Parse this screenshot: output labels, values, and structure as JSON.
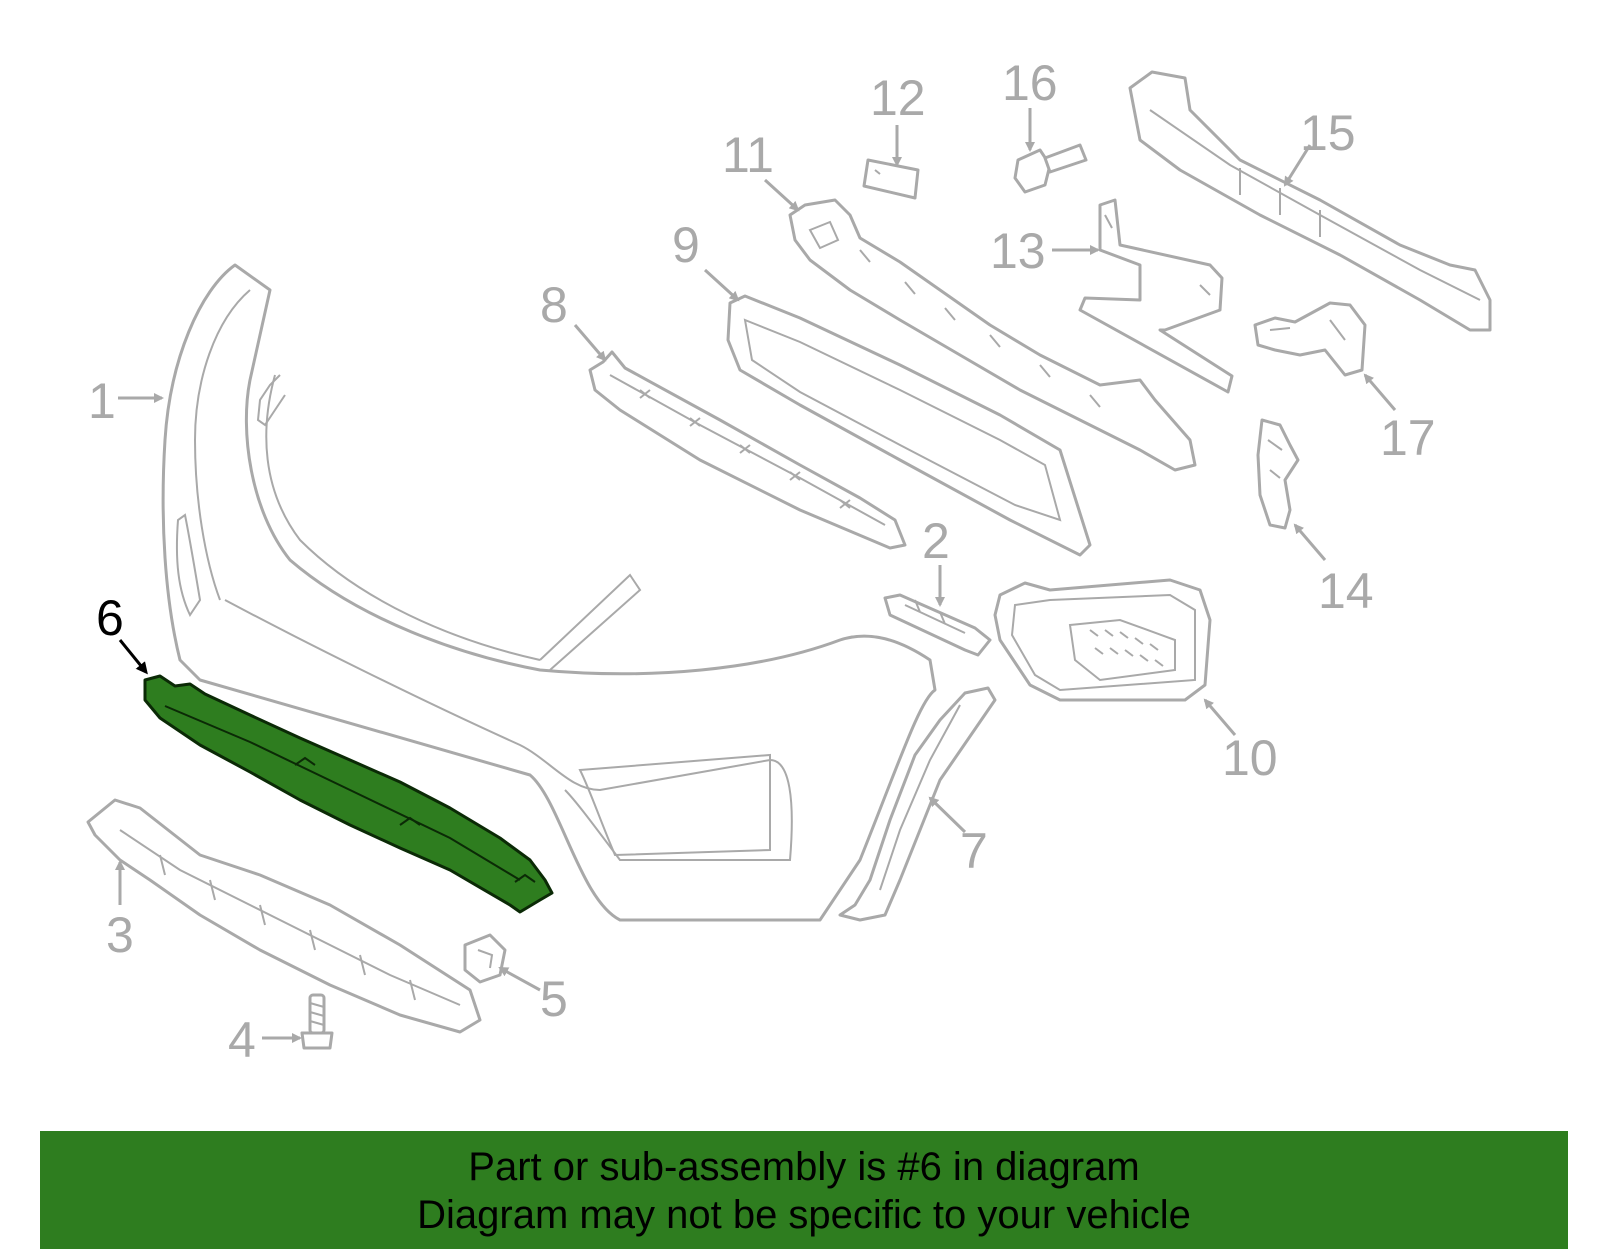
{
  "diagram": {
    "highlighted_part": "6",
    "highlight_color": "#2e7d1f",
    "callouts": [
      "1",
      "2",
      "3",
      "4",
      "5",
      "6",
      "7",
      "8",
      "9",
      "10",
      "11",
      "12",
      "13",
      "14",
      "15",
      "16",
      "17"
    ]
  },
  "banner": {
    "line1": "Part or sub-assembly is #6 in diagram",
    "line2": "Diagram may not be specific to your vehicle",
    "background": "#2e7d1f"
  }
}
